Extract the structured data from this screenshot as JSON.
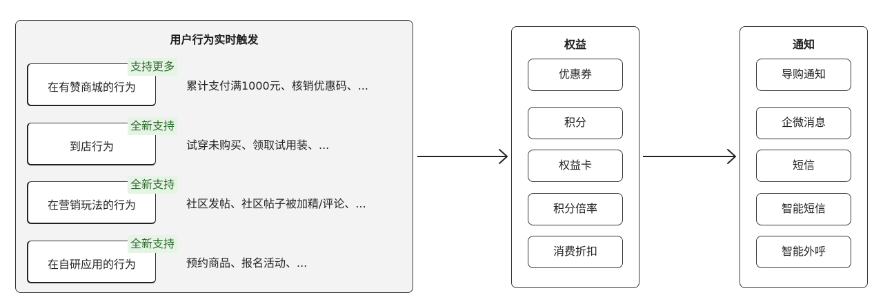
{
  "trigger_panel": {
    "title": "用户行为实时触发",
    "rows": [
      {
        "label": "在有赞商城的行为",
        "badge": "支持更多",
        "examples": "累计支付满1000元、核销优惠码、..."
      },
      {
        "label": "到店行为",
        "badge": "全新支持",
        "examples": "试穿未购买、领取试用装、..."
      },
      {
        "label": "在营销玩法的行为",
        "badge": "全新支持",
        "examples": "社区发帖、社区帖子被加精/评论、..."
      },
      {
        "label": "在自研应用的行为",
        "badge": "全新支持",
        "examples": "预约商品、报名活动、..."
      }
    ]
  },
  "rights_panel": {
    "title": "权益",
    "items": [
      "优惠券",
      "积分",
      "权益卡",
      "积分倍率",
      "消费折扣"
    ]
  },
  "notify_panel": {
    "title": "通知",
    "items": [
      "导购通知",
      "企微消息",
      "短信",
      "智能短信",
      "智能外呼"
    ]
  },
  "colors": {
    "badge_bg": "#e6f4e6",
    "badge_text": "#2f6b2f",
    "panel_bg": "#f3f3f3",
    "border": "#333333"
  }
}
